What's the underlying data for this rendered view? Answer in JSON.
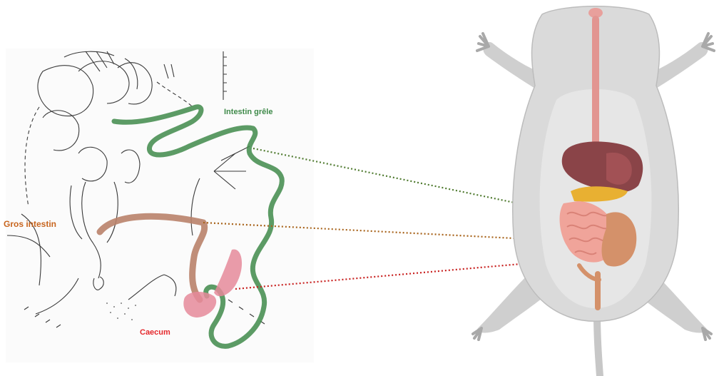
{
  "labels": {
    "small_intestine": "Intestin grêle",
    "large_intestine": "Gros intestin",
    "caecum": "Caecum"
  },
  "colors": {
    "small_intestine": "#3f8a4a",
    "small_intestine_line": "#4f7a2f",
    "large_intestine": "#b9826a",
    "large_intestine_label": "#c8651e",
    "large_intestine_line": "#a8641c",
    "caecum": "#e58a9a",
    "caecum_label": "#e5282c",
    "caecum_line": "#c8201f",
    "mouse_body": "#dadada",
    "mouse_outline": "#bcbcbc",
    "liver": "#8a4448",
    "pancreas": "#e8b032",
    "esophagus": "#e29591"
  },
  "icons": [
    "sketch-drawing",
    "mouse-anatomy-illustration"
  ]
}
